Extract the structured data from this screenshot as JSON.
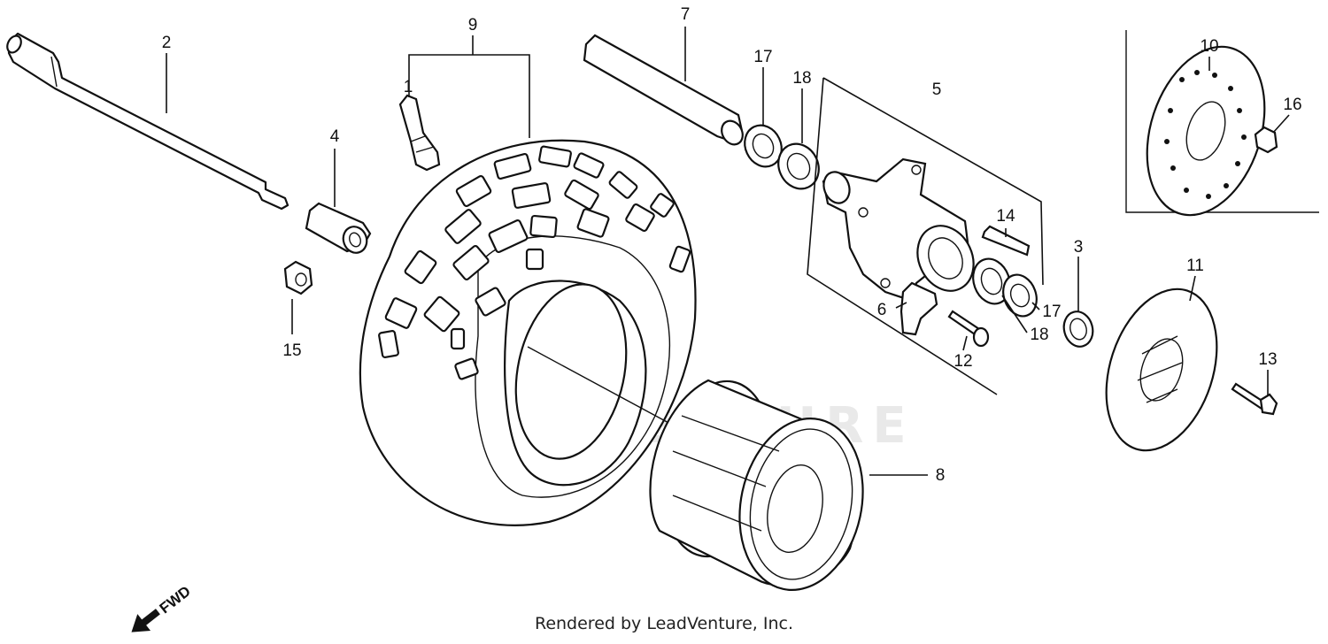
{
  "watermark": "LEADVENTURE",
  "direction_indicator": "FWD",
  "footer": "Rendered by LeadVenture, Inc.",
  "callouts": [
    "1",
    "2",
    "3",
    "4",
    "5",
    "6",
    "7",
    "8",
    "9",
    "10",
    "11",
    "12",
    "13",
    "14",
    "15",
    "16",
    "17",
    "17",
    "18",
    "18"
  ]
}
